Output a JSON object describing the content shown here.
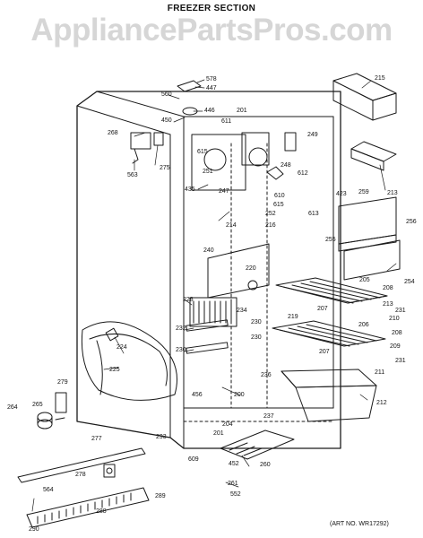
{
  "title": "FREEZER SECTION",
  "watermark": "AppliancePartsPros.com",
  "art_no": "(ART NO. WR17292)",
  "colors": {
    "line": "#1a1a1a",
    "watermark": "#d6d6d6",
    "background": "#ffffff"
  },
  "parts": [
    {
      "key": "p578",
      "label": "578"
    },
    {
      "key": "p447",
      "label": "447"
    },
    {
      "key": "p560",
      "label": "560"
    },
    {
      "key": "p446",
      "label": "446"
    },
    {
      "key": "p450",
      "label": "450"
    },
    {
      "key": "p611",
      "label": "611"
    },
    {
      "key": "p201a",
      "label": "201"
    },
    {
      "key": "p215",
      "label": "215"
    },
    {
      "key": "p268",
      "label": "268"
    },
    {
      "key": "p615a",
      "label": "615"
    },
    {
      "key": "p275",
      "label": "275"
    },
    {
      "key": "p563",
      "label": "563"
    },
    {
      "key": "p251",
      "label": "251"
    },
    {
      "key": "p249",
      "label": "249"
    },
    {
      "key": "p248",
      "label": "248"
    },
    {
      "key": "p612",
      "label": "612"
    },
    {
      "key": "p213",
      "label": "213"
    },
    {
      "key": "p435",
      "label": "435"
    },
    {
      "key": "p247",
      "label": "247"
    },
    {
      "key": "p610",
      "label": "610"
    },
    {
      "key": "p615b",
      "label": "615"
    },
    {
      "key": "p423",
      "label": "423"
    },
    {
      "key": "p259",
      "label": "259"
    },
    {
      "key": "p252",
      "label": "252"
    },
    {
      "key": "p613",
      "label": "613"
    },
    {
      "key": "p256",
      "label": "256"
    },
    {
      "key": "p214",
      "label": "214"
    },
    {
      "key": "p216",
      "label": "216"
    },
    {
      "key": "p255",
      "label": "255"
    },
    {
      "key": "p240",
      "label": "240"
    },
    {
      "key": "p220",
      "label": "220"
    },
    {
      "key": "p254",
      "label": "254"
    },
    {
      "key": "p205",
      "label": "205"
    },
    {
      "key": "p208a",
      "label": "208"
    },
    {
      "key": "p228",
      "label": "228"
    },
    {
      "key": "p207a",
      "label": "207"
    },
    {
      "key": "p213b",
      "label": "213"
    },
    {
      "key": "p231a",
      "label": "231"
    },
    {
      "key": "p234",
      "label": "234"
    },
    {
      "key": "p219",
      "label": "219"
    },
    {
      "key": "p206",
      "label": "206"
    },
    {
      "key": "p210",
      "label": "210"
    },
    {
      "key": "p232",
      "label": "232"
    },
    {
      "key": "p230a",
      "label": "230"
    },
    {
      "key": "p208b",
      "label": "208"
    },
    {
      "key": "p224",
      "label": "224"
    },
    {
      "key": "p230b",
      "label": "230"
    },
    {
      "key": "p230c",
      "label": "230"
    },
    {
      "key": "p207b",
      "label": "207"
    },
    {
      "key": "p209",
      "label": "209"
    },
    {
      "key": "p211",
      "label": "211"
    },
    {
      "key": "p231b",
      "label": "231"
    },
    {
      "key": "p225",
      "label": "225"
    },
    {
      "key": "p279",
      "label": "279"
    },
    {
      "key": "p236",
      "label": "236"
    },
    {
      "key": "p456",
      "label": "456"
    },
    {
      "key": "p200",
      "label": "200"
    },
    {
      "key": "p212",
      "label": "212"
    },
    {
      "key": "p264",
      "label": "264"
    },
    {
      "key": "p265",
      "label": "265"
    },
    {
      "key": "p237",
      "label": "237"
    },
    {
      "key": "p204",
      "label": "204"
    },
    {
      "key": "p293",
      "label": "293"
    },
    {
      "key": "p201b",
      "label": "201"
    },
    {
      "key": "p277",
      "label": "277"
    },
    {
      "key": "p609",
      "label": "609"
    },
    {
      "key": "p452",
      "label": "452"
    },
    {
      "key": "p260",
      "label": "260"
    },
    {
      "key": "p278",
      "label": "278"
    },
    {
      "key": "p261",
      "label": "261"
    },
    {
      "key": "p289",
      "label": "289"
    },
    {
      "key": "p552",
      "label": "552"
    },
    {
      "key": "p564",
      "label": "564"
    },
    {
      "key": "p288",
      "label": "288"
    },
    {
      "key": "p290",
      "label": "290"
    }
  ]
}
